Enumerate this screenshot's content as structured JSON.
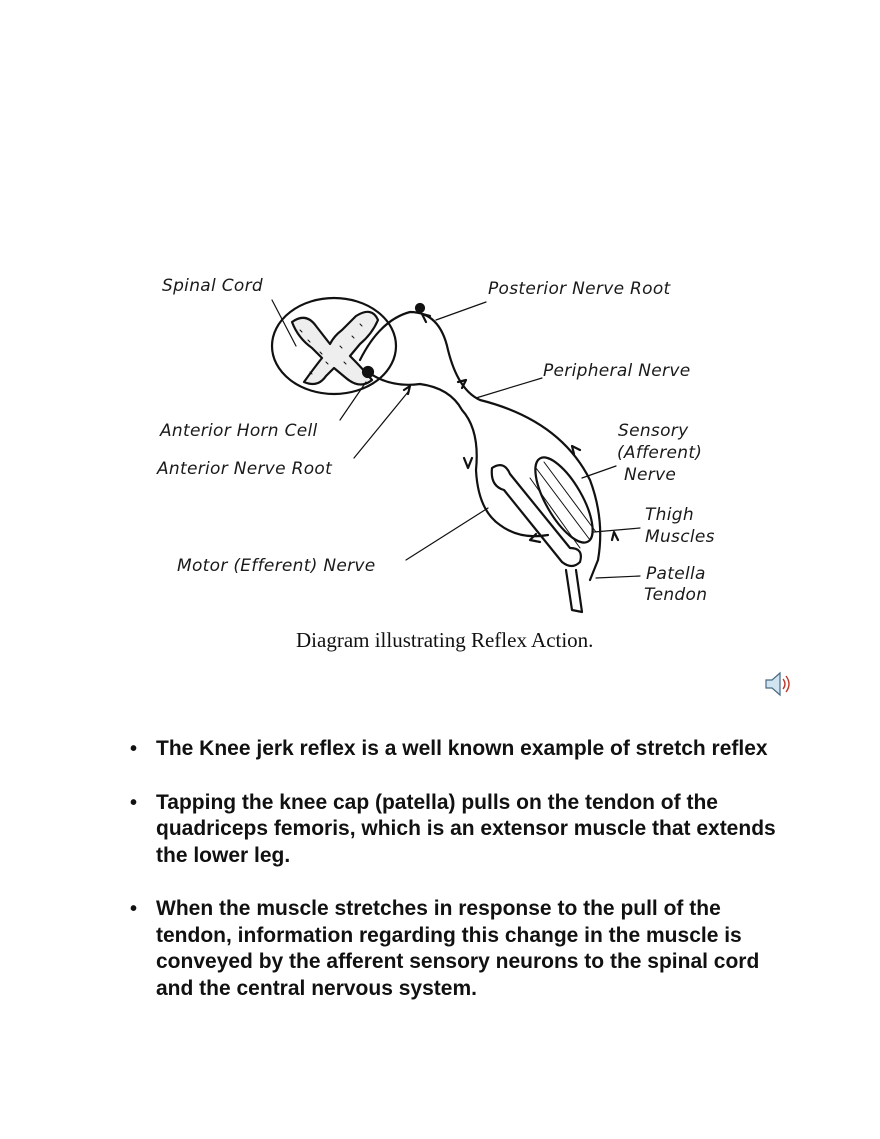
{
  "diagram": {
    "labels": {
      "spinal_cord": "Spinal Cord",
      "posterior_nerve_root": "Posterior Nerve Root",
      "peripheral_nerve": "Peripheral Nerve",
      "anterior_horn_cell": "Anterior Horn Cell",
      "anterior_nerve_root": "Anterior Nerve Root",
      "sensory_line1": "Sensory",
      "sensory_line2": "(Afferent)",
      "sensory_line3": "Nerve",
      "thigh_line1": "Thigh",
      "thigh_line2": "Muscles",
      "motor_nerve": "Motor (Efferent) Nerve",
      "patella_line1": "Patella",
      "patella_line2": "Tendon"
    },
    "caption": "Diagram illustrating Reflex Action."
  },
  "speaker_icon": "speaker-sound-icon",
  "bullets": [
    "The Knee jerk reflex is a well known example of stretch reflex",
    "Tapping the knee cap (patella) pulls on the tendon of the quadriceps femoris, which is an extensor muscle that extends the lower leg.",
    "When the muscle stretches in response to the pull of the tendon, information regarding this change in the muscle is conveyed by the afferent sensory neurons to the spinal cord and the central nervous system."
  ],
  "bullet_symbol": "•"
}
